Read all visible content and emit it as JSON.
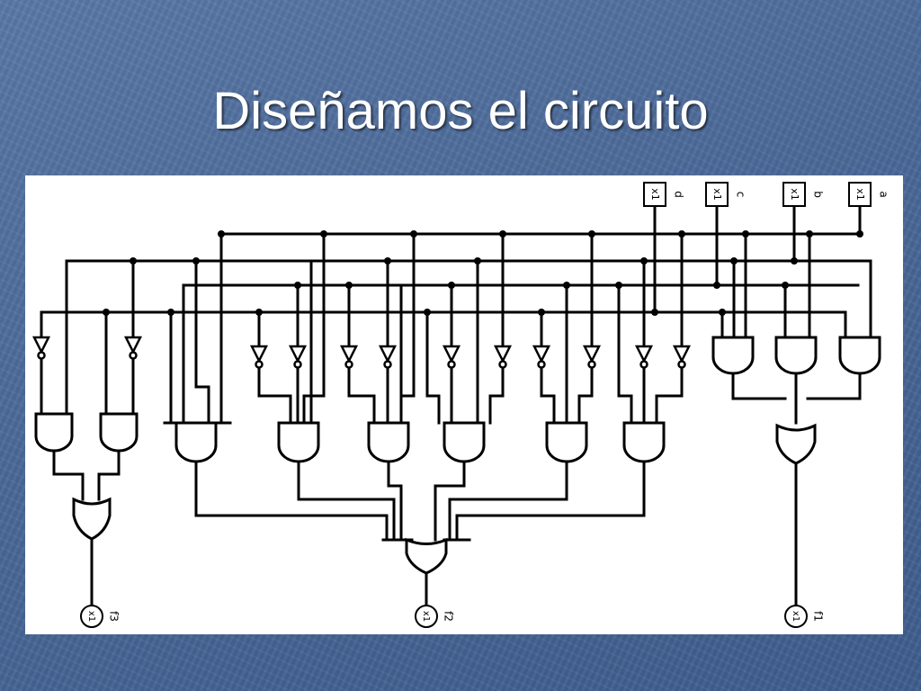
{
  "slide": {
    "title": "Diseñamos el circuito"
  },
  "inputs": [
    {
      "id": "d",
      "box_label": "x1",
      "name": "d"
    },
    {
      "id": "c",
      "box_label": "x1",
      "name": "c"
    },
    {
      "id": "b",
      "box_label": "x1",
      "name": "b"
    },
    {
      "id": "a",
      "box_label": "x1",
      "name": "a"
    }
  ],
  "outputs": [
    {
      "id": "f3",
      "circle_label": "x1",
      "name": "f3"
    },
    {
      "id": "f2",
      "circle_label": "x1",
      "name": "f2"
    },
    {
      "id": "f1",
      "circle_label": "x1",
      "name": "f1"
    }
  ],
  "colors": {
    "wire": "#000000",
    "canvas": "#ffffff",
    "title": "#ffffff"
  }
}
